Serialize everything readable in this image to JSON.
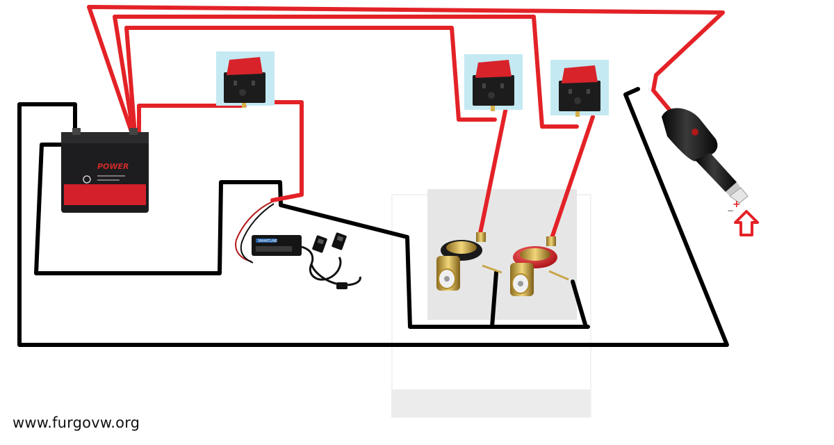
{
  "diagram": {
    "battery": {
      "brand_text": "POWER",
      "case_color": "#1d1d1f",
      "band_color": "#d4202a"
    },
    "wire_colors": {
      "positive": "#e32227",
      "negative": "#000000"
    },
    "switch_colors": {
      "rocker": "#d8232b",
      "body": "#1c1c1c",
      "tile": "#c4e9f2"
    },
    "usb_converter": {
      "label": "SMARTLINE"
    },
    "lighter_plug": {
      "plus": "+",
      "minus": "−",
      "arrow_color": "#e32227"
    }
  },
  "footer": {
    "watermark": "www.furgovw.org"
  }
}
